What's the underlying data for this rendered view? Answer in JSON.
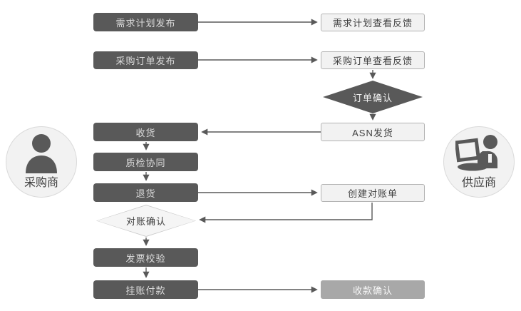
{
  "diagram": {
    "actors": {
      "buyer": {
        "label": "采购商"
      },
      "supplier": {
        "label": "供应商"
      }
    },
    "nodes": {
      "demand_plan_publish": {
        "label": "需求计划发布",
        "style": "dark"
      },
      "demand_plan_feedback": {
        "label": "需求计划查看反馈",
        "style": "light"
      },
      "po_publish": {
        "label": "采购订单发布",
        "style": "dark"
      },
      "po_feedback": {
        "label": "采购订单查看反馈",
        "style": "light"
      },
      "order_confirm": {
        "label": "订单确认",
        "style": "dark-diamond"
      },
      "receive_goods": {
        "label": "收货",
        "style": "dark"
      },
      "asn_shipment": {
        "label": "ASN发货",
        "style": "light"
      },
      "quality_collab": {
        "label": "质检协同",
        "style": "dark"
      },
      "return_goods": {
        "label": "退货",
        "style": "dark"
      },
      "create_statement": {
        "label": "创建对账单",
        "style": "light"
      },
      "statement_confirm": {
        "label": "对账确认",
        "style": "light-diamond"
      },
      "invoice_verify": {
        "label": "发票校验",
        "style": "dark"
      },
      "book_payment": {
        "label": "挂账付款",
        "style": "dark"
      },
      "receipt_confirm": {
        "label": "收款确认",
        "style": "medium"
      }
    },
    "colors": {
      "dark_node": "#595959",
      "dark_node_text": "#dcdcdc",
      "light_node_bg": "#f2f2f2",
      "light_node_border": "#b3b3b3",
      "light_node_text": "#404040",
      "medium_node": "#a8a8a8",
      "connector": "#595959",
      "circle_bg": "#f2f2f2",
      "circle_border": "#dadada"
    }
  }
}
